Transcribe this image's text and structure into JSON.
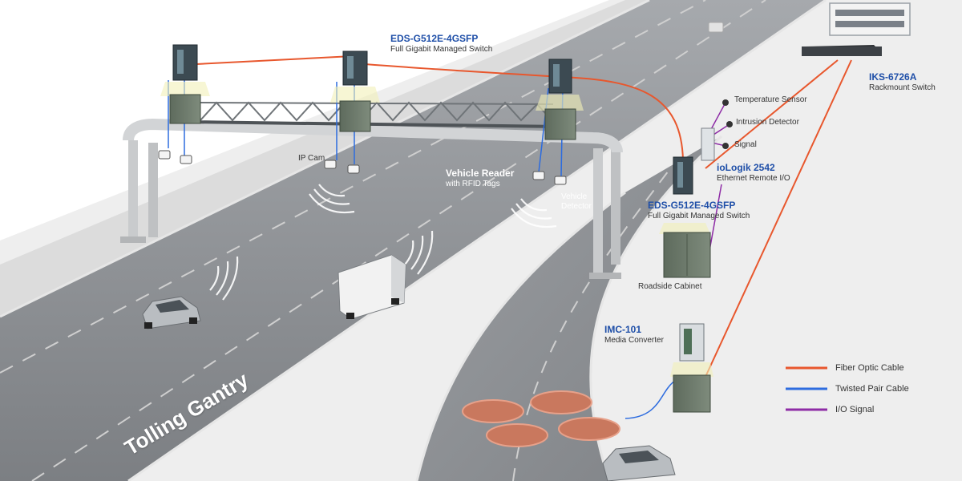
{
  "title": "Tolling Gantry",
  "devices": {
    "gantry_switch": {
      "name": "EDS-G512E-4GSFP",
      "desc": "Full Gigabit Managed Switch"
    },
    "rackmount": {
      "name": "IKS-6726A",
      "desc": "Rackmount Switch"
    },
    "remote_io": {
      "name": "ioLogik 2542",
      "desc": "Ethernet Remote I/O"
    },
    "roadside_switch": {
      "name": "EDS-G512E-4GSFP",
      "desc": "Full Gigabit Managed Switch"
    },
    "converter": {
      "name": "IMC-101",
      "desc": "Media Converter"
    },
    "vehicle_reader": {
      "name": "Vehicle Reader",
      "desc": "with RFID Tags"
    }
  },
  "labels": {
    "ip_cam": "IP Cam",
    "vehicle_detector": "Vehicle Detector",
    "roadside_cabinet": "Roadside Cabinet"
  },
  "sensors": [
    "Temperature Sensor",
    "Intrusion Detector",
    "Signal"
  ],
  "legend": [
    {
      "label": "Fiber Optic Cable",
      "color": "#e8572d"
    },
    {
      "label": "Twisted Pair Cable",
      "color": "#2d6cdf"
    },
    {
      "label": "I/O Signal",
      "color": "#8e2ca6"
    }
  ],
  "colors": {
    "fiber": "#e8572d",
    "twisted_pair": "#2d6cdf",
    "io_signal": "#8e2ca6",
    "road": "#8f9296",
    "device_blue": "#1f4fa8"
  }
}
